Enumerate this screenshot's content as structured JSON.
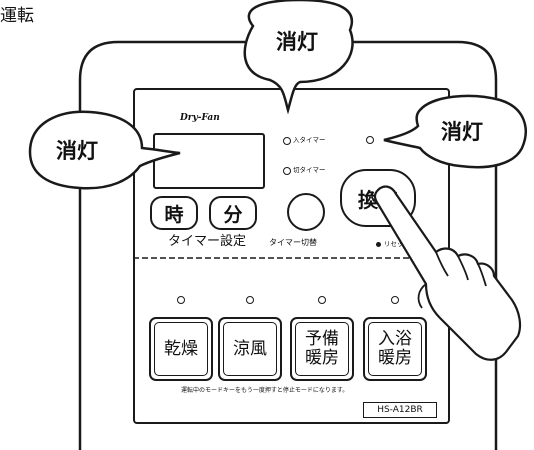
{
  "header": {
    "title": "運転"
  },
  "balloons": {
    "top": "消灯",
    "left": "消灯",
    "right": "消灯"
  },
  "panel": {
    "brand": "Dry-Fan",
    "timer_on_label": "入タイマー",
    "timer_off_label": "切タイマー",
    "reset_label": "リセット",
    "timer_set_label": "タイマー設定",
    "timer_switch_label": "タイマー切替",
    "buttons": {
      "hour": "時",
      "minute": "分",
      "ventilate": "換気"
    },
    "modes": [
      {
        "line1": "乾燥",
        "line2": ""
      },
      {
        "line1": "涼風",
        "line2": ""
      },
      {
        "line1": "予備",
        "line2": "暖房"
      },
      {
        "line1": "入浴",
        "line2": "暖房"
      }
    ],
    "footnote": "運転中のモードキーをもう一度押すと停止モードになります。",
    "model": "HS-A12BR"
  }
}
